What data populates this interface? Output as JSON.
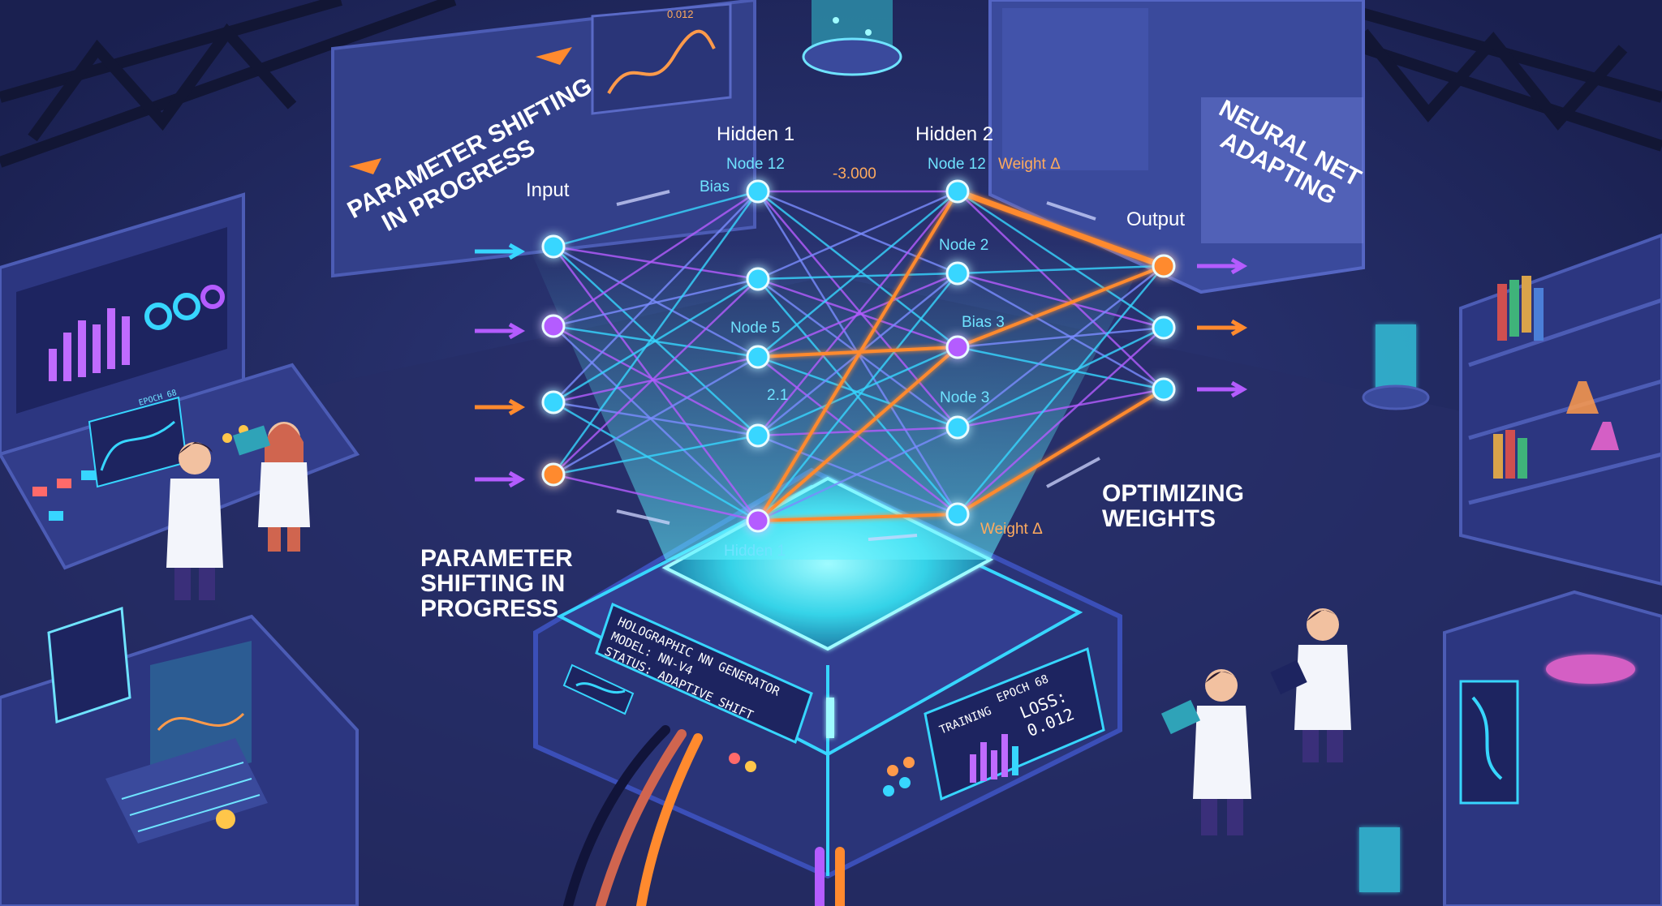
{
  "banners": {
    "top_left": [
      "PARAMETER SHIFTING",
      "IN PROGRESS"
    ],
    "top_right": [
      "NEURAL NET",
      "ADAPTING"
    ],
    "bottom_left": [
      "PARAMETER",
      "SHIFTING IN",
      "PROGRESS"
    ],
    "right": [
      "OPTIMIZING",
      "WEIGHTS"
    ]
  },
  "network": {
    "layer_titles": {
      "input": "Input",
      "hidden1": "Hidden 1",
      "hidden2": "Hidden 2",
      "output": "Output"
    },
    "annotations": {
      "h1_node12": "Node 12",
      "bias_left": "Bias",
      "weight_top": "-3.000",
      "h2_node12": "Node 12",
      "weight_delta_top": "Weight Δ",
      "node2": "Node 2",
      "node5": "Node 5",
      "bias3": "Bias  3",
      "val21": "2.1",
      "node3": "Node 3",
      "hidden1_bottom": "Hidden 1",
      "weight_delta_bottom": "Weight Δ"
    }
  },
  "generator": {
    "lines": [
      "HOLOGRAPHIC NN GENERATOR",
      "MODEL: NN-V4",
      "STATUS: ADAPTIVE SHIFT"
    ]
  },
  "training_panel": {
    "title": "TRAINING",
    "epoch": "EPOCH 68",
    "loss_label": "LOSS:",
    "loss_value": "0.012"
  },
  "left_monitor": {
    "epoch": "EPOCH 68"
  },
  "top_screen": {
    "value": "0.012"
  },
  "colors": {
    "background": "#1f2657",
    "cyan": "#37d6ff",
    "purple": "#b45cff",
    "orange": "#ff8a2e",
    "panel": "#2a3375"
  }
}
